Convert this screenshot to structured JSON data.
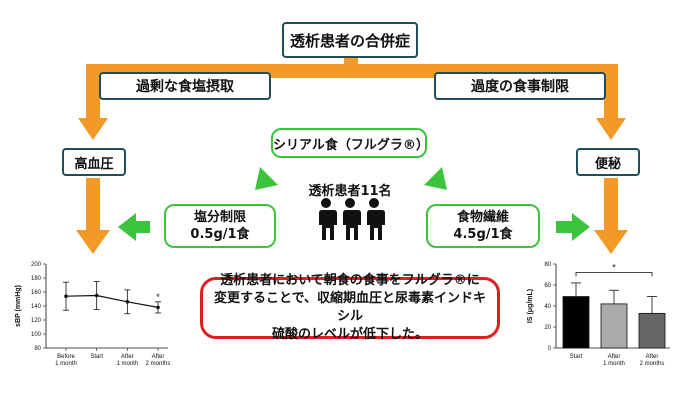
{
  "title": "透析患者の合併症",
  "causes": {
    "left": "過剰な食塩摂取",
    "right": "過度の食事制限"
  },
  "conditions": {
    "left": "高血圧",
    "right": "便秘"
  },
  "intervention": {
    "label": "シリアル食（フルグラ®）"
  },
  "patients": {
    "label": "透析患者11名",
    "icon": "three-people-icon"
  },
  "salt_box": {
    "line1": "塩分制限",
    "line2": "0.5g/1食"
  },
  "fiber_box": {
    "line1": "食物繊維",
    "line2": "4.5g/1食"
  },
  "conclusion": {
    "line1": "透析患者において朝食の食事をフルグラ®に",
    "line2": "変更することで、収縮期血圧と尿毒素インドキシル",
    "line3": "硫酸のレベルが低下した。"
  },
  "colors": {
    "orange": "#f39a26",
    "green": "#3cc43c",
    "teal": "#1f4e5a",
    "red": "#e02020"
  },
  "chart_data": [
    {
      "type": "line",
      "ylabel": "sBP (mmHg)",
      "ylim": [
        80,
        200
      ],
      "yticks": [
        80,
        100,
        120,
        140,
        160,
        180,
        200
      ],
      "categories": [
        "Before 1 month",
        "Start",
        "After 1 month",
        "After 2 months"
      ],
      "category_lines": [
        [
          "Before",
          "1 month"
        ],
        [
          "Start"
        ],
        [
          "After",
          "1 month"
        ],
        [
          "After",
          "2 months"
        ]
      ],
      "values": [
        154,
        155,
        146,
        138
      ],
      "error": [
        20,
        20,
        17,
        8
      ],
      "annotation": "*",
      "annotation_category": "After 2 months"
    },
    {
      "type": "bar",
      "ylabel": "IS (μg/mL)",
      "ylim": [
        0,
        80
      ],
      "yticks": [
        0,
        20,
        40,
        60,
        80
      ],
      "categories": [
        "Start",
        "After 1 month",
        "After 2 months"
      ],
      "category_lines": [
        [
          "Start"
        ],
        [
          "After",
          "1 month"
        ],
        [
          "After",
          "2 months"
        ]
      ],
      "values": [
        49,
        42,
        33
      ],
      "error": [
        13,
        13,
        16
      ],
      "bar_colors": [
        "#000000",
        "#aaaaaa",
        "#666666"
      ],
      "significance": {
        "from": "Start",
        "to": "After 2 months",
        "label": "*"
      }
    }
  ]
}
